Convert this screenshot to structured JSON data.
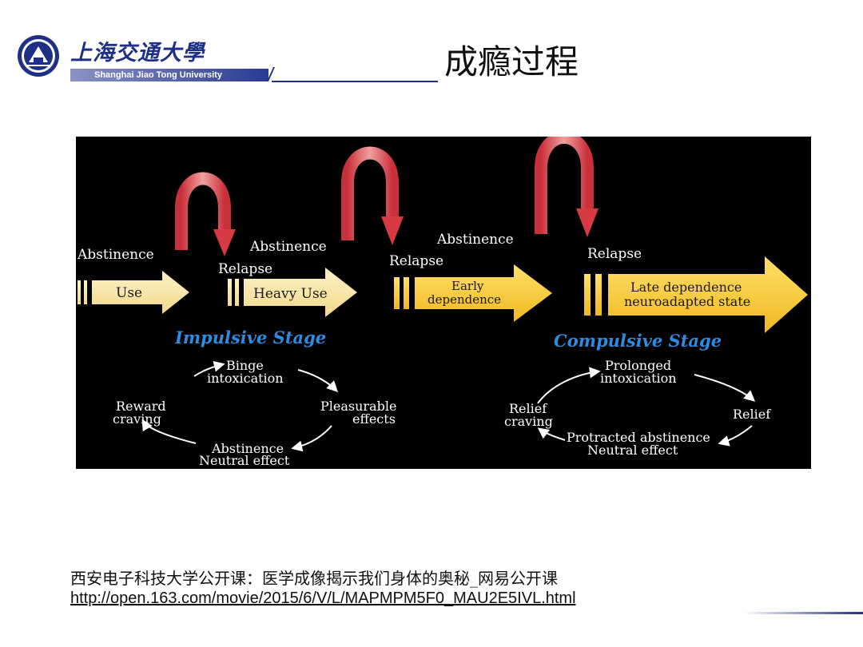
{
  "header": {
    "logo_cn": "上海交通大學",
    "logo_en": "Shanghai Jiao Tong University",
    "title": "成瘾过程"
  },
  "diagram": {
    "abstinence": [
      "Abstinence",
      "Abstinence",
      "Abstinence"
    ],
    "relapse": [
      "Relapse",
      "Relapse",
      "Relapse"
    ],
    "stages": {
      "use": "Use",
      "heavy_use": "Heavy Use",
      "early_1": "Early",
      "early_2": "dependence",
      "late_1": "Late dependence",
      "late_2": "neuroadapted state"
    },
    "impulsive_stage": "Impulsive Stage",
    "compulsive_stage": "Compulsive Stage",
    "impulsive_cycle": {
      "top_1": "Binge",
      "top_2": "intoxication",
      "right_1": "Pleasurable",
      "right_2": "effects",
      "bottom_1": "Abstinence",
      "bottom_2": "Neutral effect",
      "left_1": "Reward",
      "left_2": "craving"
    },
    "compulsive_cycle": {
      "top_1": "Prolonged",
      "top_2": "intoxication",
      "right": "Relief",
      "bottom_1": "Protracted abstinence",
      "bottom_2": "Neutral effect",
      "left_1": "Relief",
      "left_2": "craving"
    },
    "colors": {
      "background": "#000000",
      "arrow_pale": "#fbe6a6",
      "arrow_strong": "#f7c832",
      "relapse_arrow": "#e0505a",
      "stage_text": "#2d8be0"
    }
  },
  "footer": {
    "source_cn": "西安电子科技大学公开课：医学成像揭示我们身体的奥秘_网易公开课",
    "source_url": "http://open.163.com/movie/2015/6/V/L/MAPMPM5F0_MAU2E5IVL.html"
  }
}
